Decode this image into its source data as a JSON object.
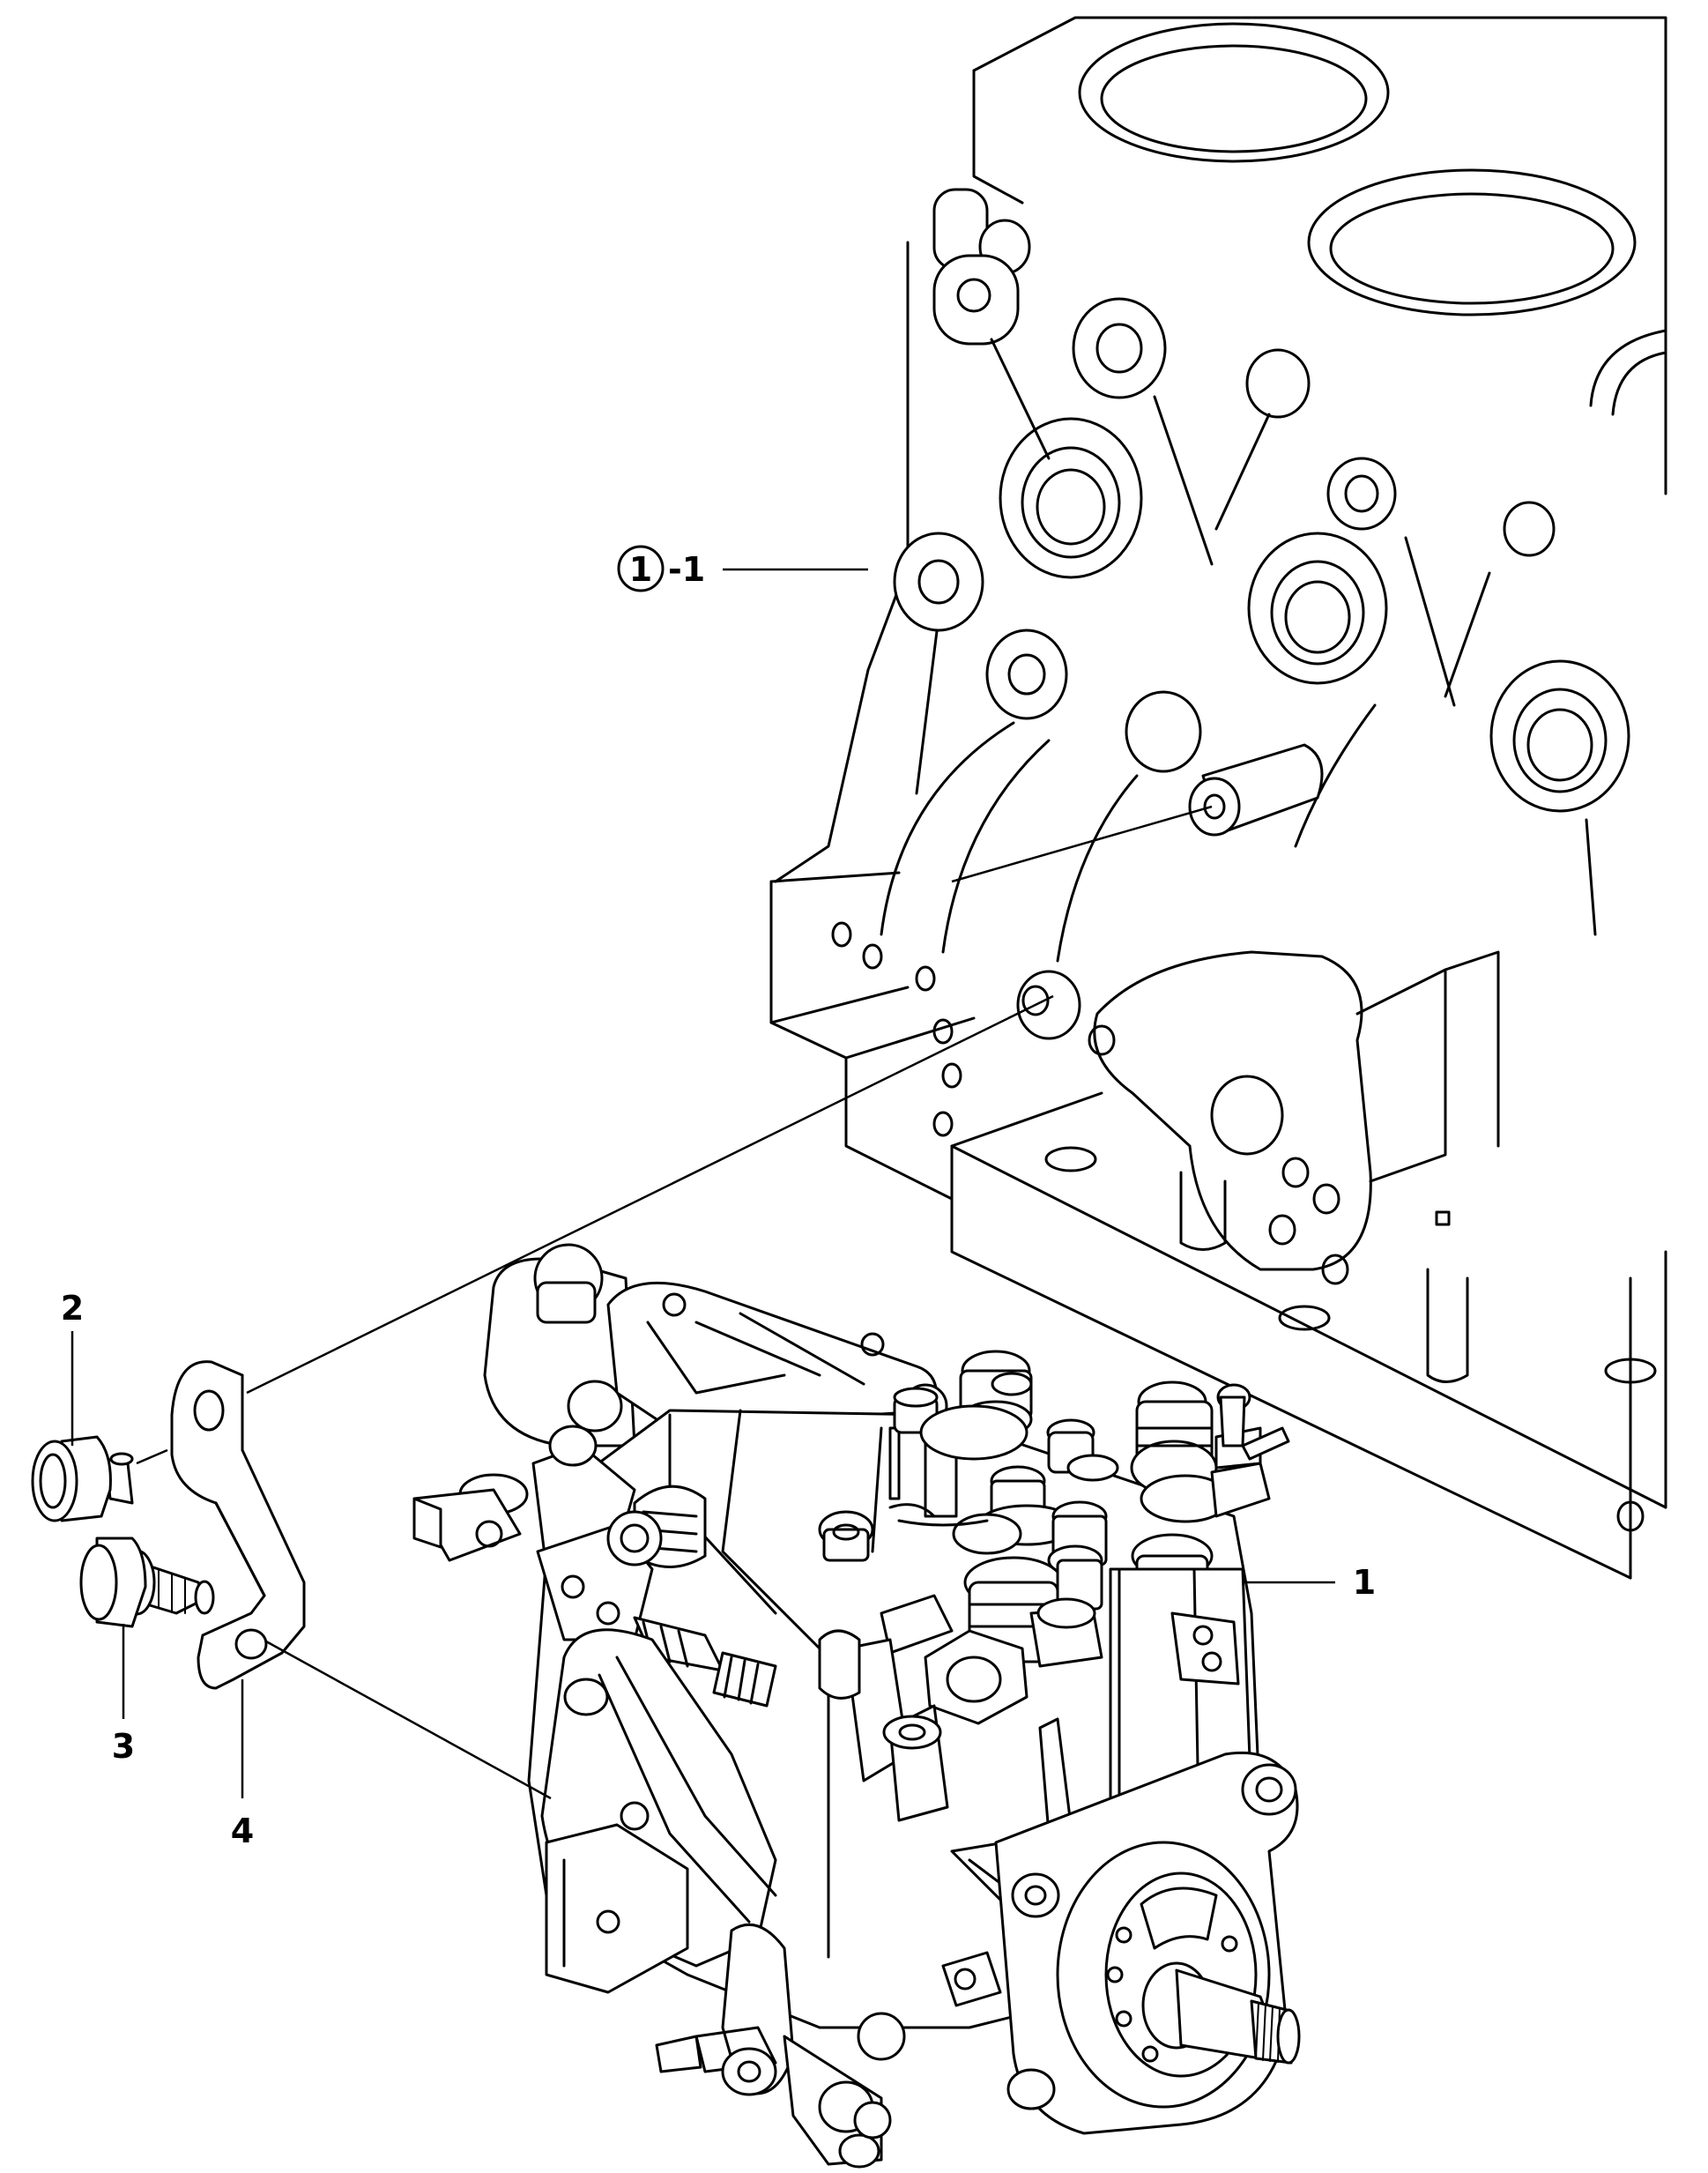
{
  "callouts": {
    "engine_block": {
      "number": "1",
      "suffix": "-1"
    },
    "pump": "1",
    "nut": "2",
    "bolt": "3",
    "bracket": "4"
  }
}
